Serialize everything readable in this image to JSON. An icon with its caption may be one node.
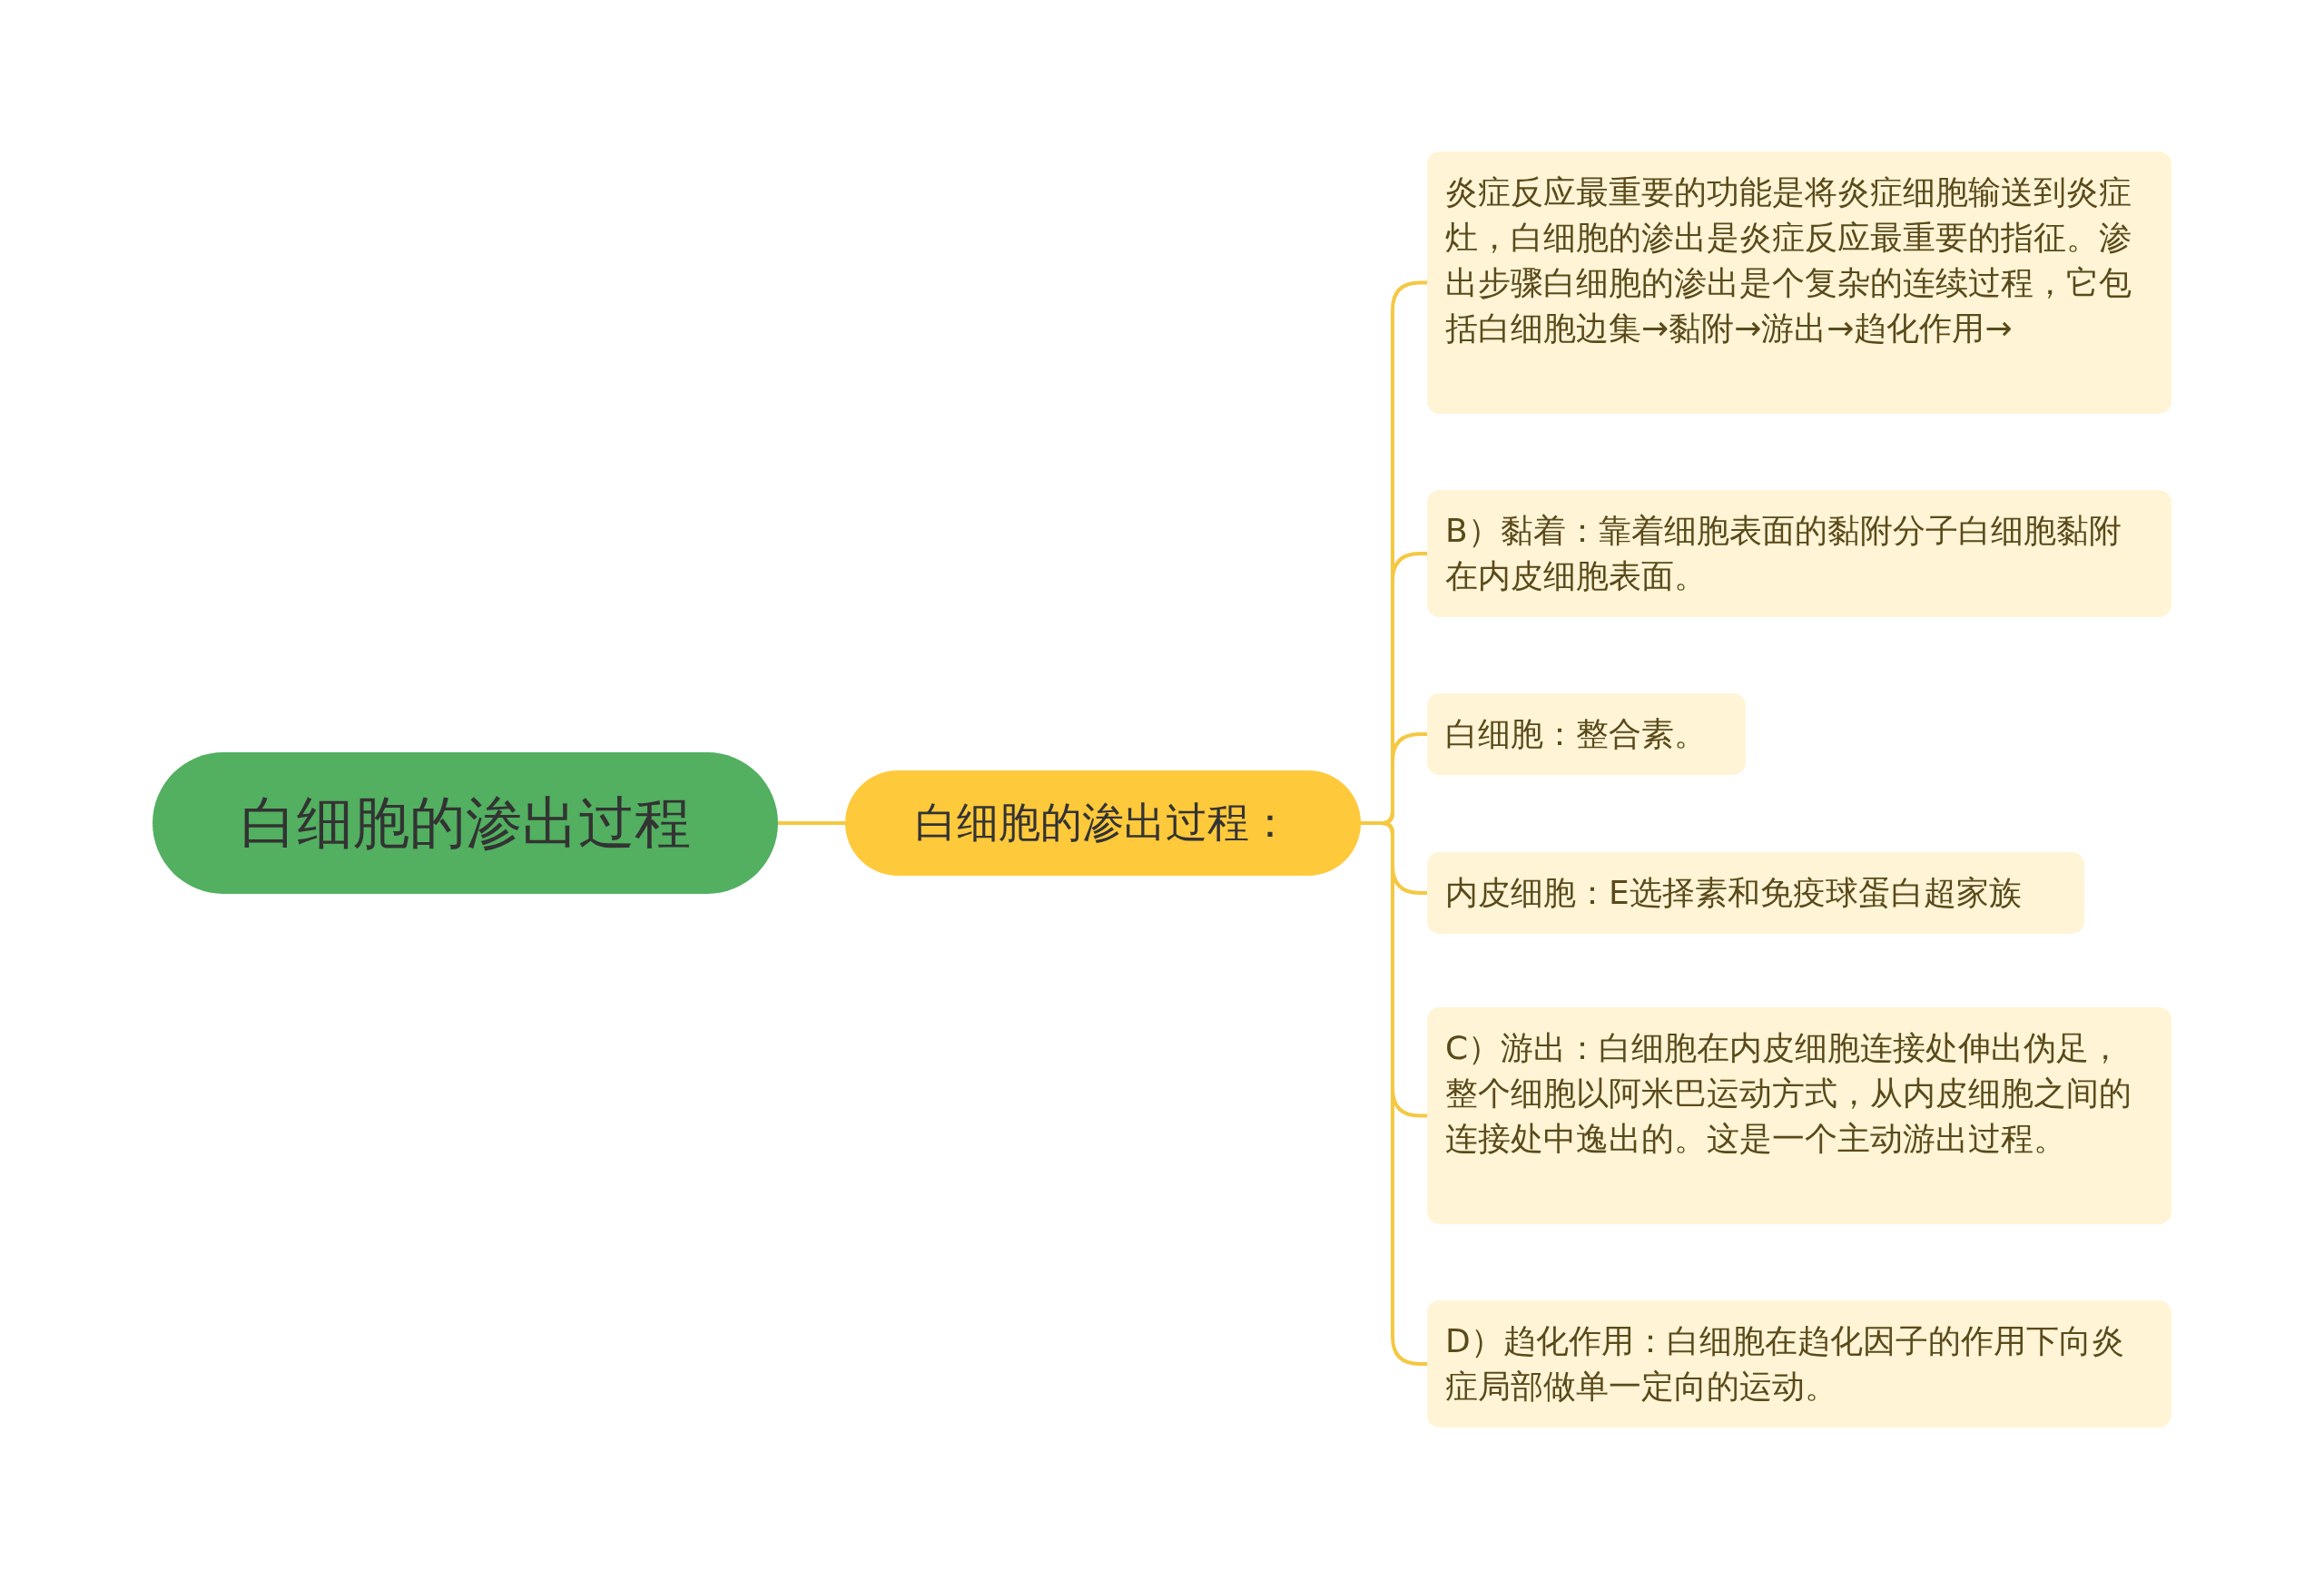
{
  "diagram": {
    "nodes": [
      {
        "text": [
          "白细胞的渗出过程"
        ]
      },
      {
        "text": [
          "白细胞的渗出过程："
        ]
      },
      {
        "text": [
          "炎症反应最重要的功能是将炎症细胞输送到炎症灶，白细胞的渗出是炎症反应最重要的指征。渗出步骤白细胞的渗出是个复杂的连续过程，它包括白细胞边集→黏附→游出→趋化作用→"
        ]
      },
      {
        "text": [
          "B）黏着：靠着细胞表面的黏附分子白细胞黏附在内皮细胞表面。"
        ]
      },
      {
        "text": [
          "白细胞：整合素。"
        ]
      },
      {
        "text": [
          "内皮细胞：E选择素和免疫球蛋白超家族"
        ]
      },
      {
        "text": [
          "C）游出：白细胞在内皮细胞连接处伸出伪足，整个细胞以阿米巴运动方式，从内皮细胞之间的连接处中逸出的。这是一个主动游出过程。"
        ]
      },
      {
        "text": [
          "D）趋化作用：白细胞在趋化因子的作用下向炎症局部做单一定向的运动。"
        ]
      }
    ],
    "edges": [
      {
        "from": 0,
        "to": 1,
        "arrow": "none"
      },
      {
        "from": 1,
        "to": 2,
        "arrow": "none"
      },
      {
        "from": 1,
        "to": 3,
        "arrow": "none"
      },
      {
        "from": 1,
        "to": 4,
        "arrow": "none"
      },
      {
        "from": 1,
        "to": 5,
        "arrow": "none"
      },
      {
        "from": 1,
        "to": 6,
        "arrow": "none"
      },
      {
        "from": 1,
        "to": 7,
        "arrow": "none"
      }
    ]
  }
}
